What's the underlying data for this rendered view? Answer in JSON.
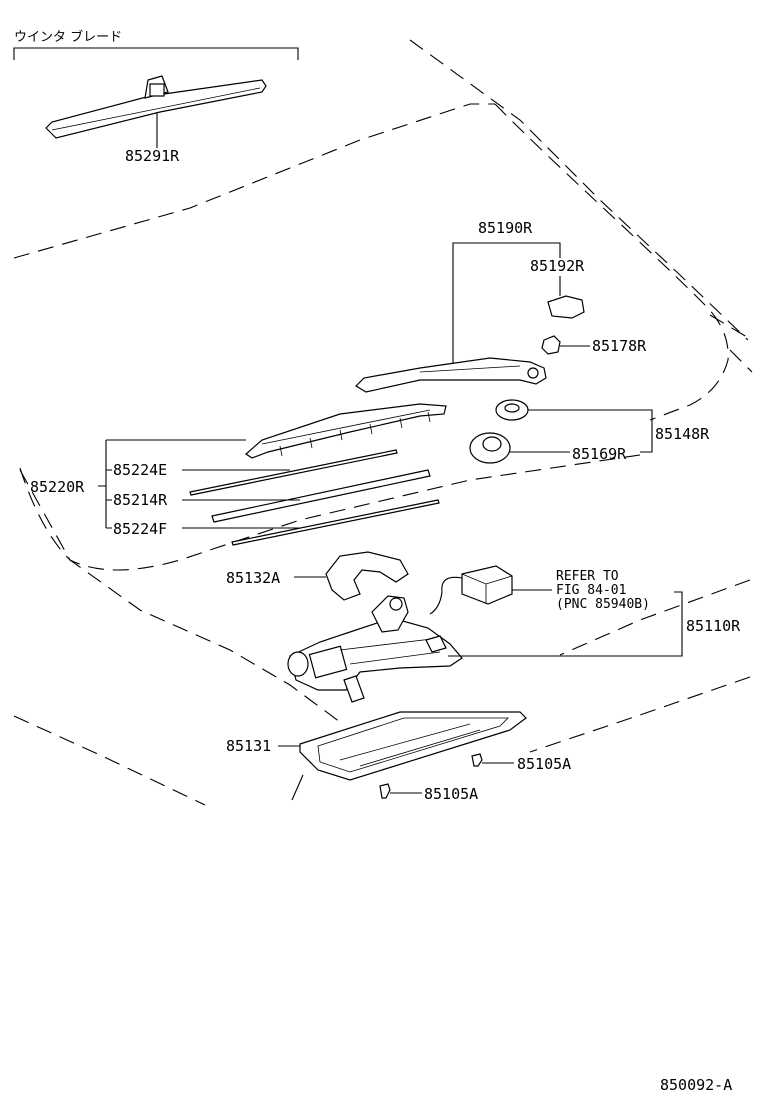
{
  "header_label": "ウインタ ブレード",
  "catalog_code": "850092-A",
  "parts": [
    {
      "id": "p85291R",
      "number": "85291R"
    },
    {
      "id": "p85190R",
      "number": "85190R"
    },
    {
      "id": "p85192R",
      "number": "85192R"
    },
    {
      "id": "p85178R",
      "number": "85178R"
    },
    {
      "id": "p85148R",
      "number": "85148R"
    },
    {
      "id": "p85169R",
      "number": "85169R"
    },
    {
      "id": "p85220R",
      "number": "85220R"
    },
    {
      "id": "p85224E",
      "number": "85224E"
    },
    {
      "id": "p85214R",
      "number": "85214R"
    },
    {
      "id": "p85224F",
      "number": "85224F"
    },
    {
      "id": "p85132A",
      "number": "85132A"
    },
    {
      "id": "p85110R",
      "number": "85110R"
    },
    {
      "id": "p85131",
      "number": "85131"
    },
    {
      "id": "p85105A1",
      "number": "85105A"
    },
    {
      "id": "p85105A2",
      "number": "85105A"
    }
  ],
  "reference_note": {
    "line1": "REFER TO",
    "line2": "FIG 84-01",
    "line3": "(PNC 85940B)"
  }
}
